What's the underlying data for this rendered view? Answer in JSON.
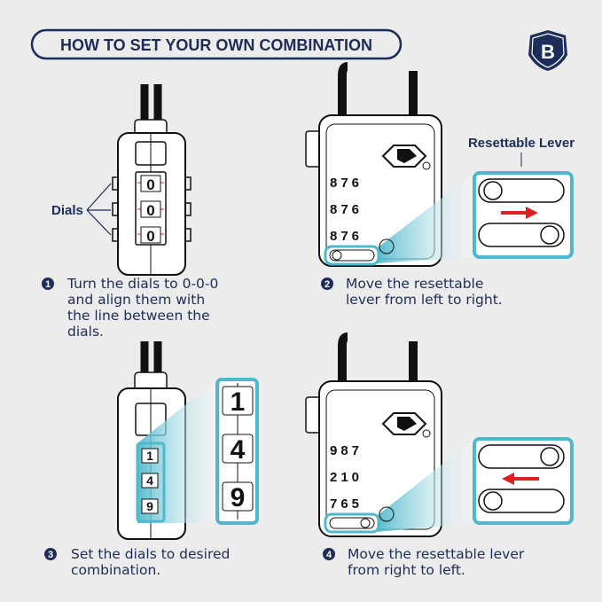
{
  "header": {
    "title": "HOW TO SET YOUR OWN COMBINATION",
    "badge_letter": "B"
  },
  "colors": {
    "navy": "#1c2d5a",
    "background": "#ececec",
    "zoom_highlight": "#4fb8cc",
    "arrow": "#e02020"
  },
  "labels": {
    "dials": "Dials",
    "resettable_lever": "Resettable Lever"
  },
  "steps": [
    {
      "number": "1",
      "lines": [
        "Turn the dials to 0-0-0",
        "and align them with",
        "the line between the",
        "dials."
      ]
    },
    {
      "number": "2",
      "lines": [
        "Move the resettable",
        "lever from left to right."
      ]
    },
    {
      "number": "3",
      "lines": [
        "Set the dials to desired",
        "combination."
      ]
    },
    {
      "number": "4",
      "lines": [
        "Move the resettable lever",
        "from right to left."
      ]
    }
  ],
  "panel1": {
    "dials": [
      "0",
      "0",
      "0"
    ]
  },
  "panel2": {
    "dial_rows": [
      "876",
      "876",
      "876"
    ],
    "arrow_direction": "right"
  },
  "panel3": {
    "dials": [
      "1",
      "4",
      "9"
    ]
  },
  "panel4": {
    "dial_rows": [
      "987",
      "210",
      "765"
    ],
    "arrow_direction": "left"
  }
}
